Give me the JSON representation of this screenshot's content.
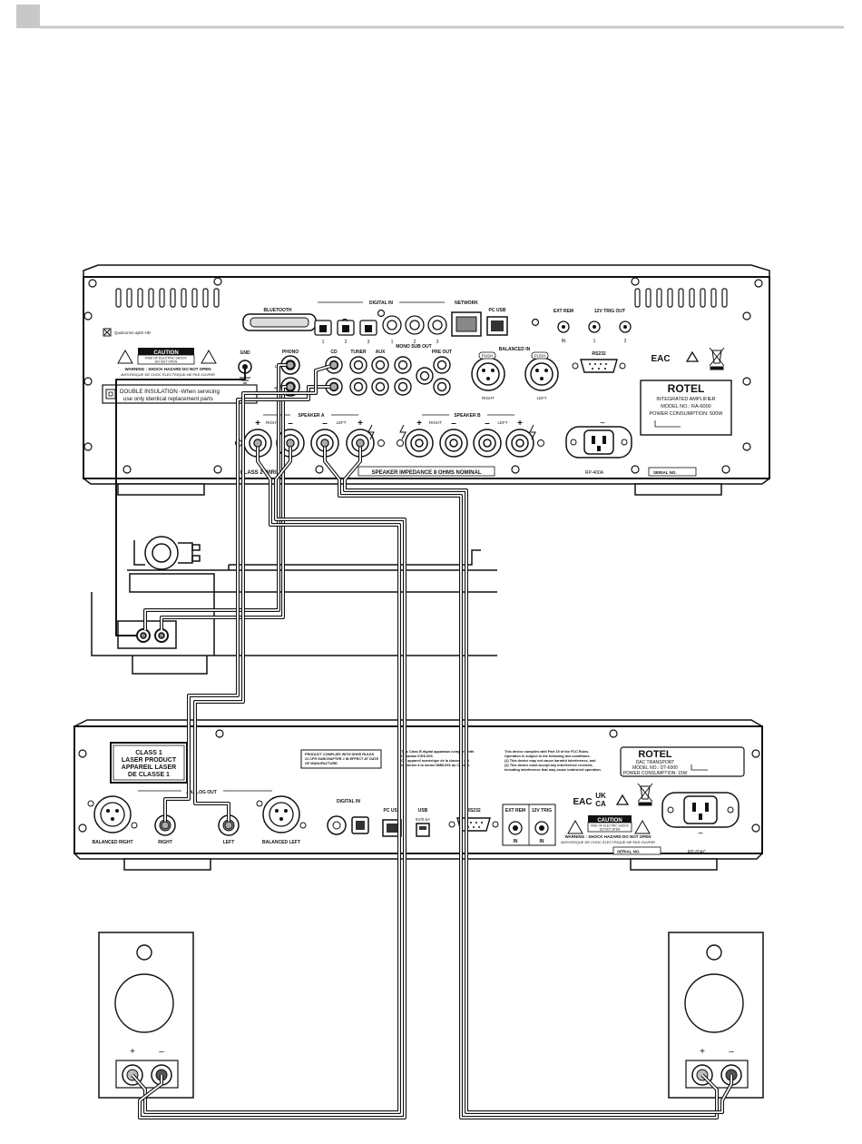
{
  "amplifier": {
    "sections": {
      "bluetooth": "BLUETOOTH",
      "digital_in": "DIGITAL IN",
      "network": "NETWORK",
      "pc_usb": "PC USB",
      "ext_rem": "EXT REM",
      "trig_out": "12V TRIG OUT",
      "gnd": "GND",
      "phono": "PHONO",
      "cd": "CD",
      "tuner": "TUNER",
      "aux": "AUX",
      "mono_sub_out": "MONO SUB OUT",
      "pre_out": "PRE OUT",
      "balanced_in": "BALANCED IN",
      "rs232": "RS232",
      "speaker_a": "SPEAKER A",
      "speaker_b": "SPEAKER B",
      "impedance": "SPEAKER IMPEDANCE 8 OHMS NOMINAL",
      "class2": "CLASS 2 WIRING",
      "serial": "SERIAL NO.",
      "model_code": "RP-400A"
    },
    "channel_labels": {
      "right": "RIGHT",
      "left": "LEFT",
      "r": "R",
      "l": "L",
      "in": "IN",
      "one": "1",
      "two": "2",
      "three": "3"
    },
    "caution": {
      "title": "CAUTION",
      "line1": "RISK OF ELECTRIC SHOCK",
      "line2": "DO NOT OPEN",
      "warning": "WARNING : SHOCK HAZARD DO NOT OPEN",
      "warning_fr": "AVIS:RISQUE DE CHOC ÉLECTRIQUE-NE PAS OUVRIR"
    },
    "double_insulation": {
      "line1": "DOUBLE INSULATION -When servicing",
      "line2": "use only identical replacement parts"
    },
    "qualcomm": "Qualcomm aptX HD",
    "push": "PUSH",
    "label": {
      "brand": "ROTEL",
      "line1": "INTEGRATED AMPLIFIER",
      "line2": "MODEL NO.: RA-6000",
      "line3": "POWER CONSUMPTION: 500W"
    },
    "certs": {
      "eac": "EAC"
    }
  },
  "transport": {
    "laser": {
      "l1": "CLASS 1",
      "l2": "LASER PRODUCT",
      "l3": "APPAREIL LASER",
      "l4": "DE CLASSE 1"
    },
    "compliance": {
      "l1": "PRODUCT COMPLIES WITH DHHS RULES",
      "l2": "21 CFR SUBCHAPTER J IN EFFECT AT DATE",
      "l3": "OF MANUFACTURE."
    },
    "ices": {
      "l1": "This Class B digital apparatus complies with",
      "l2": "Canadian ICES-003.",
      "l3": "Cet appareil numérique de la classe B est",
      "l4": "conforme à la norme NMB-003 du Canada."
    },
    "fcc": {
      "l1": "This device complies with Part 15 of the FCC Rules.",
      "l2": "Operation is subject to the following two conditions:",
      "l3": "(1) This device may not cause harmful interference, and",
      "l4": "(2) This device must accept any interference received,",
      "l5": "including interference that may cause undesired operation."
    },
    "sections": {
      "analog_out": "ANALOG OUT",
      "balanced_right": "BALANCED RIGHT",
      "balanced_left": "BALANCED LEFT",
      "right": "RIGHT",
      "left": "LEFT",
      "digital_in": "DIGITAL IN",
      "pc_usb": "PC USB",
      "usb": "USB",
      "usb_power": "5V/0.5A",
      "rs232": "RS232",
      "ext_rem": "EXT REM",
      "trig": "12V TRIG",
      "in": "IN",
      "serial": "SERIAL NO.",
      "model_code": "RP-604C"
    },
    "label": {
      "brand": "ROTEL",
      "line1": "DAC TRANSPORT",
      "line2": "MODEL NO.: DT-6000",
      "line3": "POWER CONSUMPTION: 15W"
    },
    "caution": {
      "title": "CAUTION",
      "line1": "RISK OF ELECTRIC SHOCK",
      "line2": "DO NOT OPEN",
      "warning": "WARNING : SHOCK HAZARD DO NOT OPEN",
      "warning_fr": "AVIS:RISQUE DE CHOC ÉLECTRIQUE-NE PAS OUVRIR"
    },
    "certs": {
      "eac": "EAC",
      "ukca_1": "UK",
      "ukca_2": "CA"
    }
  },
  "speakers": {
    "plus": "+",
    "minus": "–"
  },
  "power_symbol": "~"
}
